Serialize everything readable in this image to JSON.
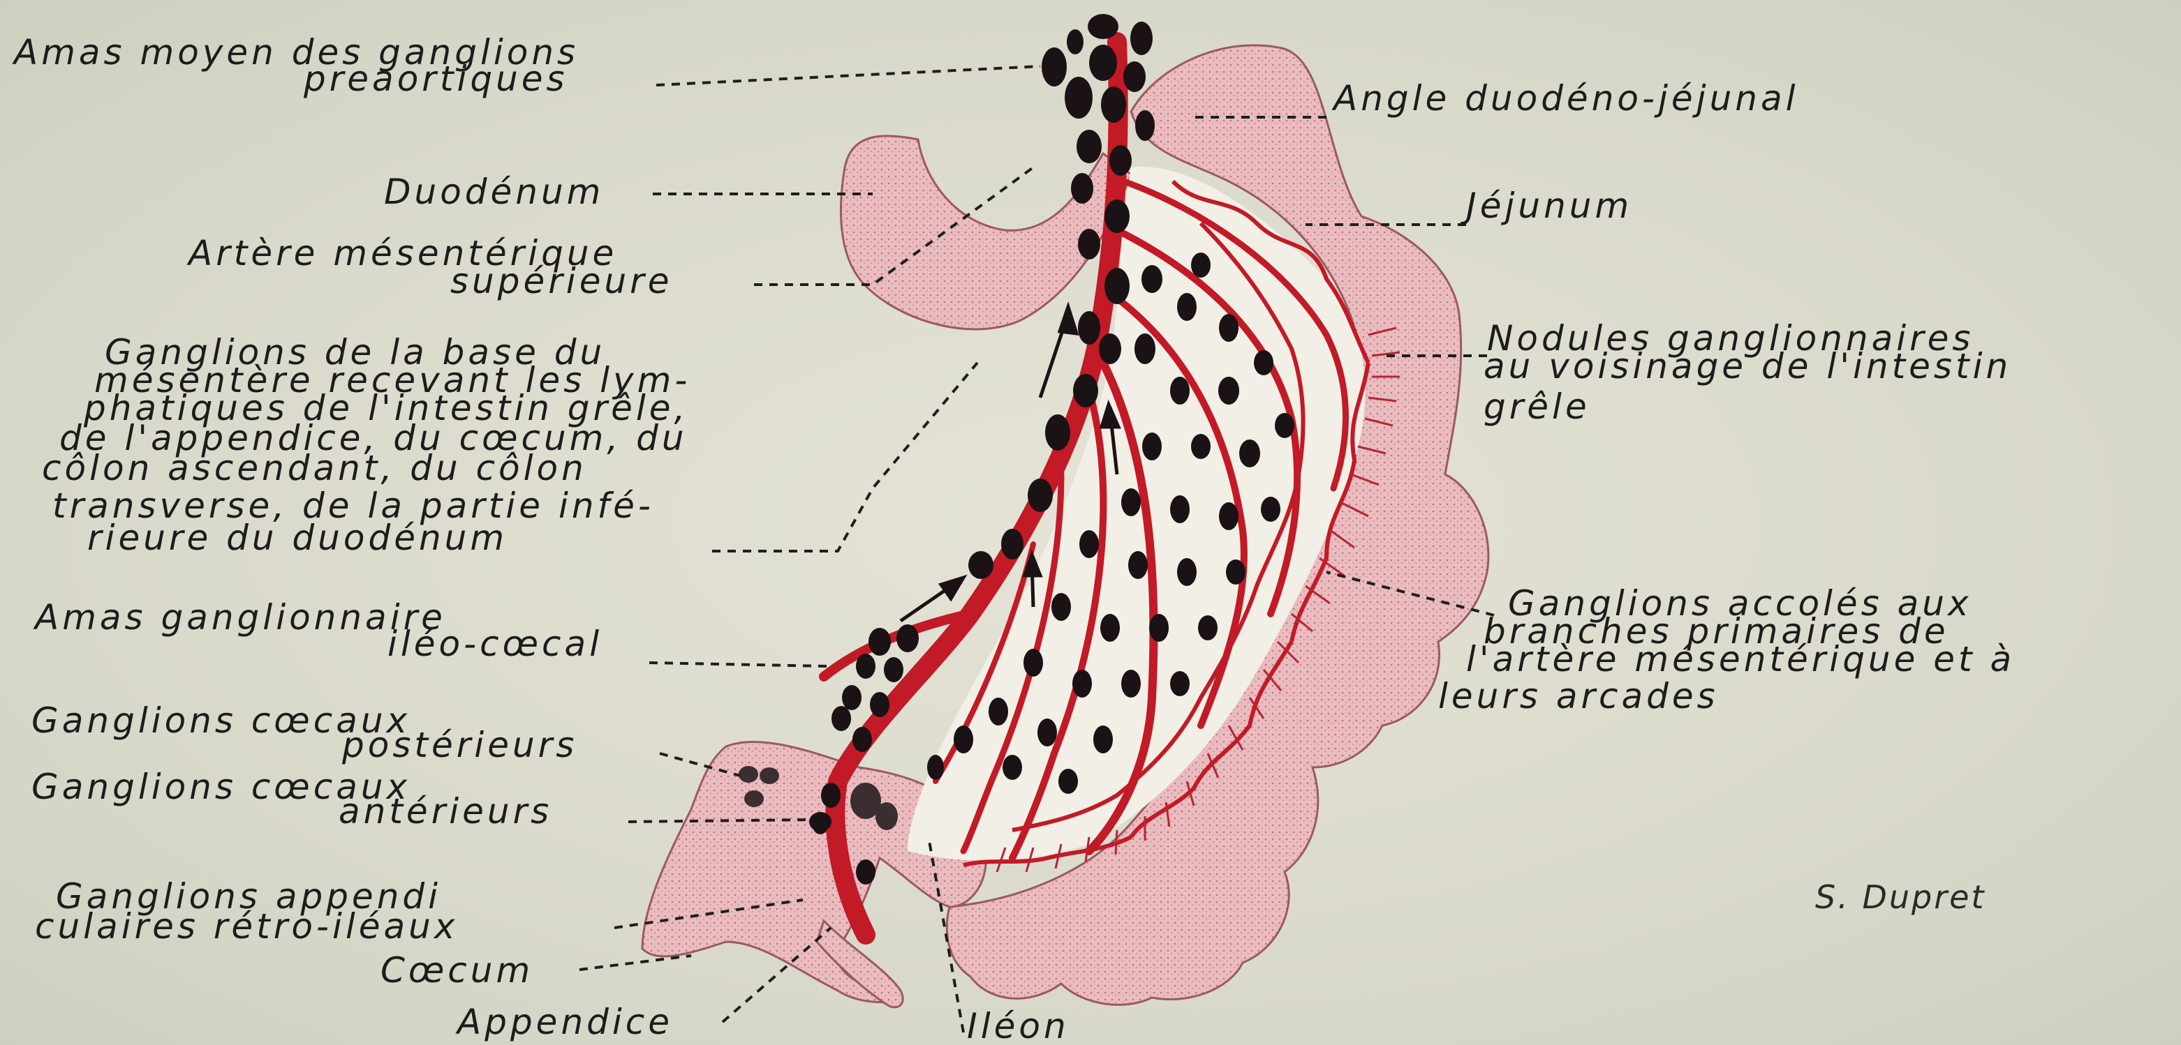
{
  "labels": {
    "amas_moyen": [
      "Amas moyen des ganglions",
      "preaortiques"
    ],
    "angle": [
      "Angle duodéno-jéjunal"
    ],
    "duodenum": [
      "Duodénum"
    ],
    "artere": [
      "Artère mésentérique",
      "supérieure"
    ],
    "jejunum": [
      "Jéjunum"
    ],
    "ganglions_base": [
      "Ganglions de la base du",
      "mésentère recevant les lym-",
      "phatiques de l'intestin grêle,",
      "de l'appendice, du cœcum, du",
      "côlon ascendant, du côlon",
      "transverse, de la partie infé-",
      "rieure du duodénum"
    ],
    "nodules": [
      "Nodules ganglionnaires",
      "au voisinage de l'intestin",
      "grêle"
    ],
    "amas_ileo": [
      "Amas ganglionnaire",
      "iléo-cœcal"
    ],
    "ganglions_accoles": [
      "Ganglions accolés aux",
      "branches primaires de",
      "l'artère mésentérique et à",
      "leurs arcades"
    ],
    "coecaux_post": [
      "Ganglions cœcaux",
      "postérieurs"
    ],
    "coecaux_ant": [
      "Ganglions cœcaux",
      "antérieurs"
    ],
    "appendi": [
      "Ganglions appendi",
      "culaires rétro-iléaux"
    ],
    "coecum": [
      "Cœcum"
    ],
    "appendice": [
      "Appendice"
    ],
    "ileon": [
      "Iléon"
    ]
  },
  "signature": "S. Dupret",
  "colors": {
    "background": "#dcdccf",
    "intestine": "#e8b4b8",
    "vessel": "#c21a26",
    "node": "#1a1214",
    "ink": "#1c1c1c"
  }
}
